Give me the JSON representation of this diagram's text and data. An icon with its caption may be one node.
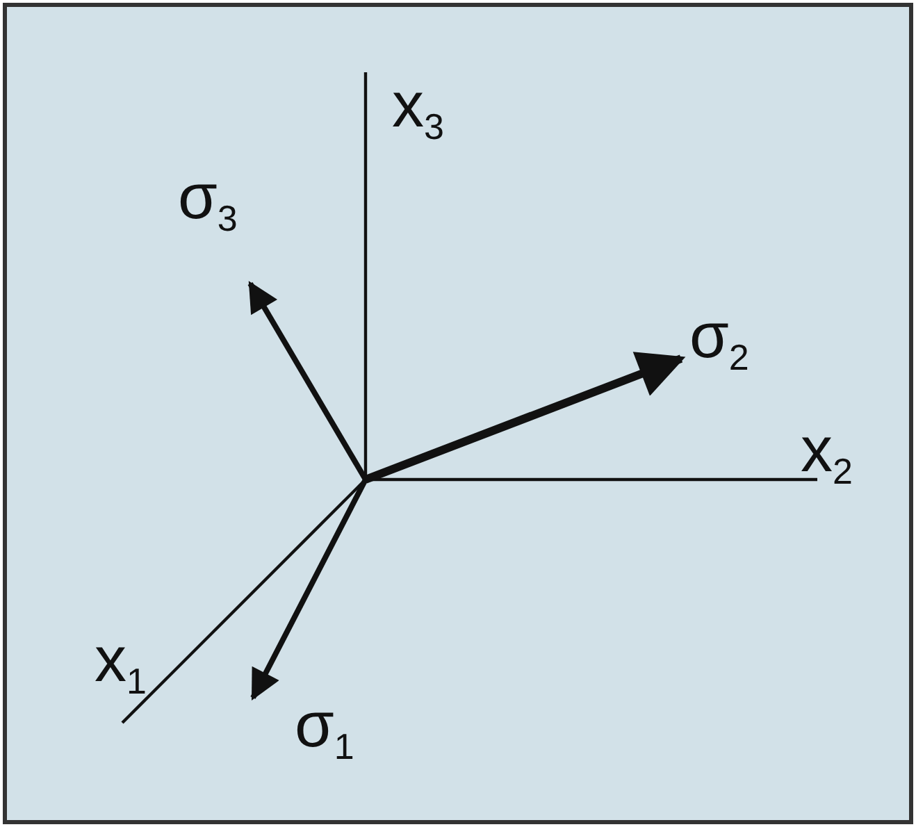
{
  "diagram": {
    "labels": [
      "x$_{3}$",
      "σ$_{3}$",
      "σ$_{2}$",
      "x$_{2}$",
      "x$_{1}$",
      "σ$_{1}$"
    ]
  }
}
